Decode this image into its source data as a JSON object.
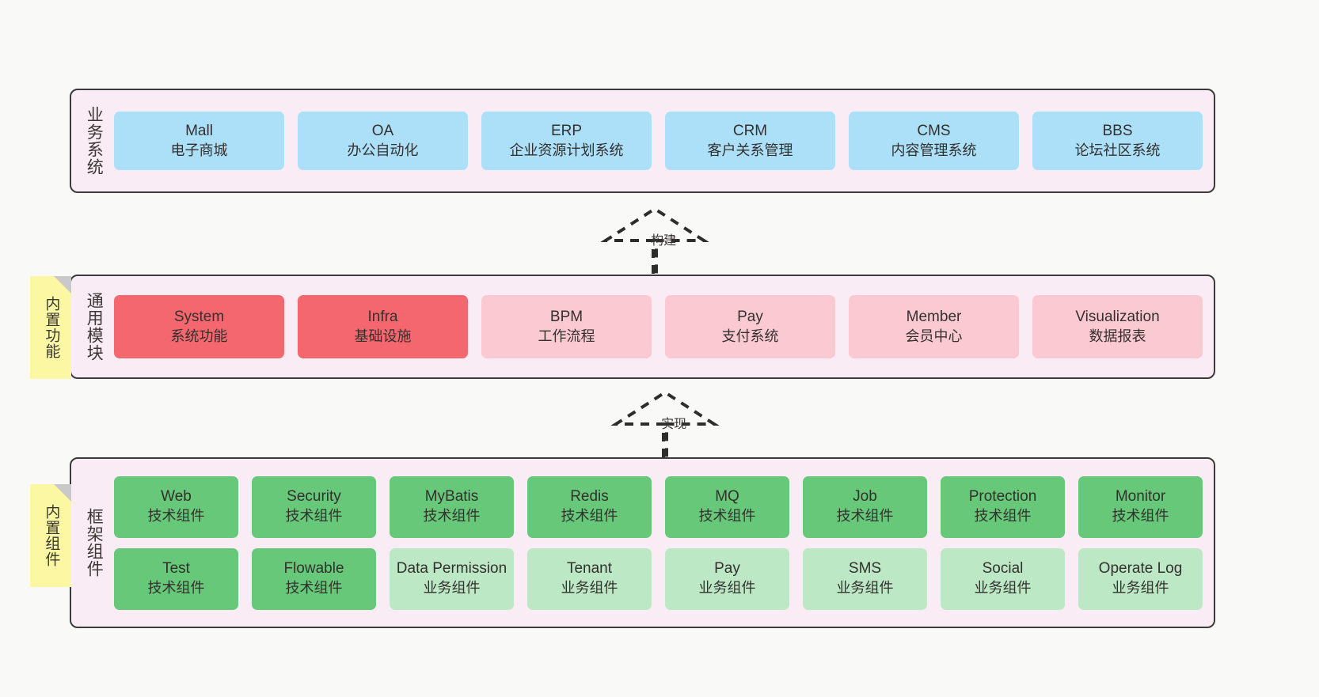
{
  "diagram": {
    "title": "",
    "colors": {
      "panel_bg": "#f9ecf5",
      "panel_border": "#3b3b3b",
      "business_box": "#ace0f9",
      "module_core": "#f4676f",
      "module_optional": "#fbc9d2",
      "tech_component": "#66c878",
      "business_component": "#bde8c6",
      "sticky_note": "#fbf7a3",
      "canvas_bg": "#f9f9f7"
    }
  },
  "layers": [
    {
      "id": "business-system",
      "title": "业务系统",
      "rows": [
        {
          "cells": [
            {
              "name": "Mall",
              "sub": "电子商城",
              "style": "c-blue"
            },
            {
              "name": "OA",
              "sub": "办公自动化",
              "style": "c-blue"
            },
            {
              "name": "ERP",
              "sub": "企业资源计划系统",
              "style": "c-blue"
            },
            {
              "name": "CRM",
              "sub": "客户关系管理",
              "style": "c-blue"
            },
            {
              "name": "CMS",
              "sub": "内容管理系统",
              "style": "c-blue"
            },
            {
              "name": "BBS",
              "sub": "论坛社区系统",
              "style": "c-blue"
            }
          ]
        }
      ]
    },
    {
      "id": "common-module",
      "title": "通用模块",
      "rows": [
        {
          "cells": [
            {
              "name": "System",
              "sub": "系统功能",
              "style": "c-red"
            },
            {
              "name": "Infra",
              "sub": "基础设施",
              "style": "c-red"
            },
            {
              "name": "BPM",
              "sub": "工作流程",
              "style": "c-pink"
            },
            {
              "name": "Pay",
              "sub": "支付系统",
              "style": "c-pink"
            },
            {
              "name": "Member",
              "sub": "会员中心",
              "style": "c-pink"
            },
            {
              "name": "Visualization",
              "sub": "数据报表",
              "style": "c-pink"
            }
          ]
        }
      ]
    },
    {
      "id": "framework-component",
      "title": "框架组件",
      "rows": [
        {
          "cells": [
            {
              "name": "Web",
              "sub": "技术组件",
              "style": "c-green"
            },
            {
              "name": "Security",
              "sub": "技术组件",
              "style": "c-green"
            },
            {
              "name": "MyBatis",
              "sub": "技术组件",
              "style": "c-green"
            },
            {
              "name": "Redis",
              "sub": "技术组件",
              "style": "c-green"
            },
            {
              "name": "MQ",
              "sub": "技术组件",
              "style": "c-green"
            },
            {
              "name": "Job",
              "sub": "技术组件",
              "style": "c-green"
            },
            {
              "name": "Protection",
              "sub": "技术组件",
              "style": "c-green"
            },
            {
              "name": "Monitor",
              "sub": "技术组件",
              "style": "c-green"
            }
          ]
        },
        {
          "cells": [
            {
              "name": "Test",
              "sub": "技术组件",
              "style": "c-green"
            },
            {
              "name": "Flowable",
              "sub": "技术组件",
              "style": "c-green"
            },
            {
              "name": "Data Permission",
              "sub": "业务组件",
              "style": "c-greenlight"
            },
            {
              "name": "Tenant",
              "sub": "业务组件",
              "style": "c-greenlight"
            },
            {
              "name": "Pay",
              "sub": "业务组件",
              "style": "c-greenlight"
            },
            {
              "name": "SMS",
              "sub": "业务组件",
              "style": "c-greenlight"
            },
            {
              "name": "Social",
              "sub": "业务组件",
              "style": "c-greenlight"
            },
            {
              "name": "Operate Log",
              "sub": "业务组件",
              "style": "c-greenlight"
            }
          ]
        }
      ]
    }
  ],
  "sticky_notes": [
    {
      "id": "note-common",
      "label": "内置功能"
    },
    {
      "id": "note-framework",
      "label": "内置组件"
    }
  ],
  "connectors": [
    {
      "id": "build",
      "label": "构建",
      "from": "common-module",
      "to": "business-system",
      "style": "dashed-generalization"
    },
    {
      "id": "implement",
      "label": "实现",
      "from": "framework-component",
      "to": "common-module",
      "style": "dashed-generalization"
    }
  ]
}
